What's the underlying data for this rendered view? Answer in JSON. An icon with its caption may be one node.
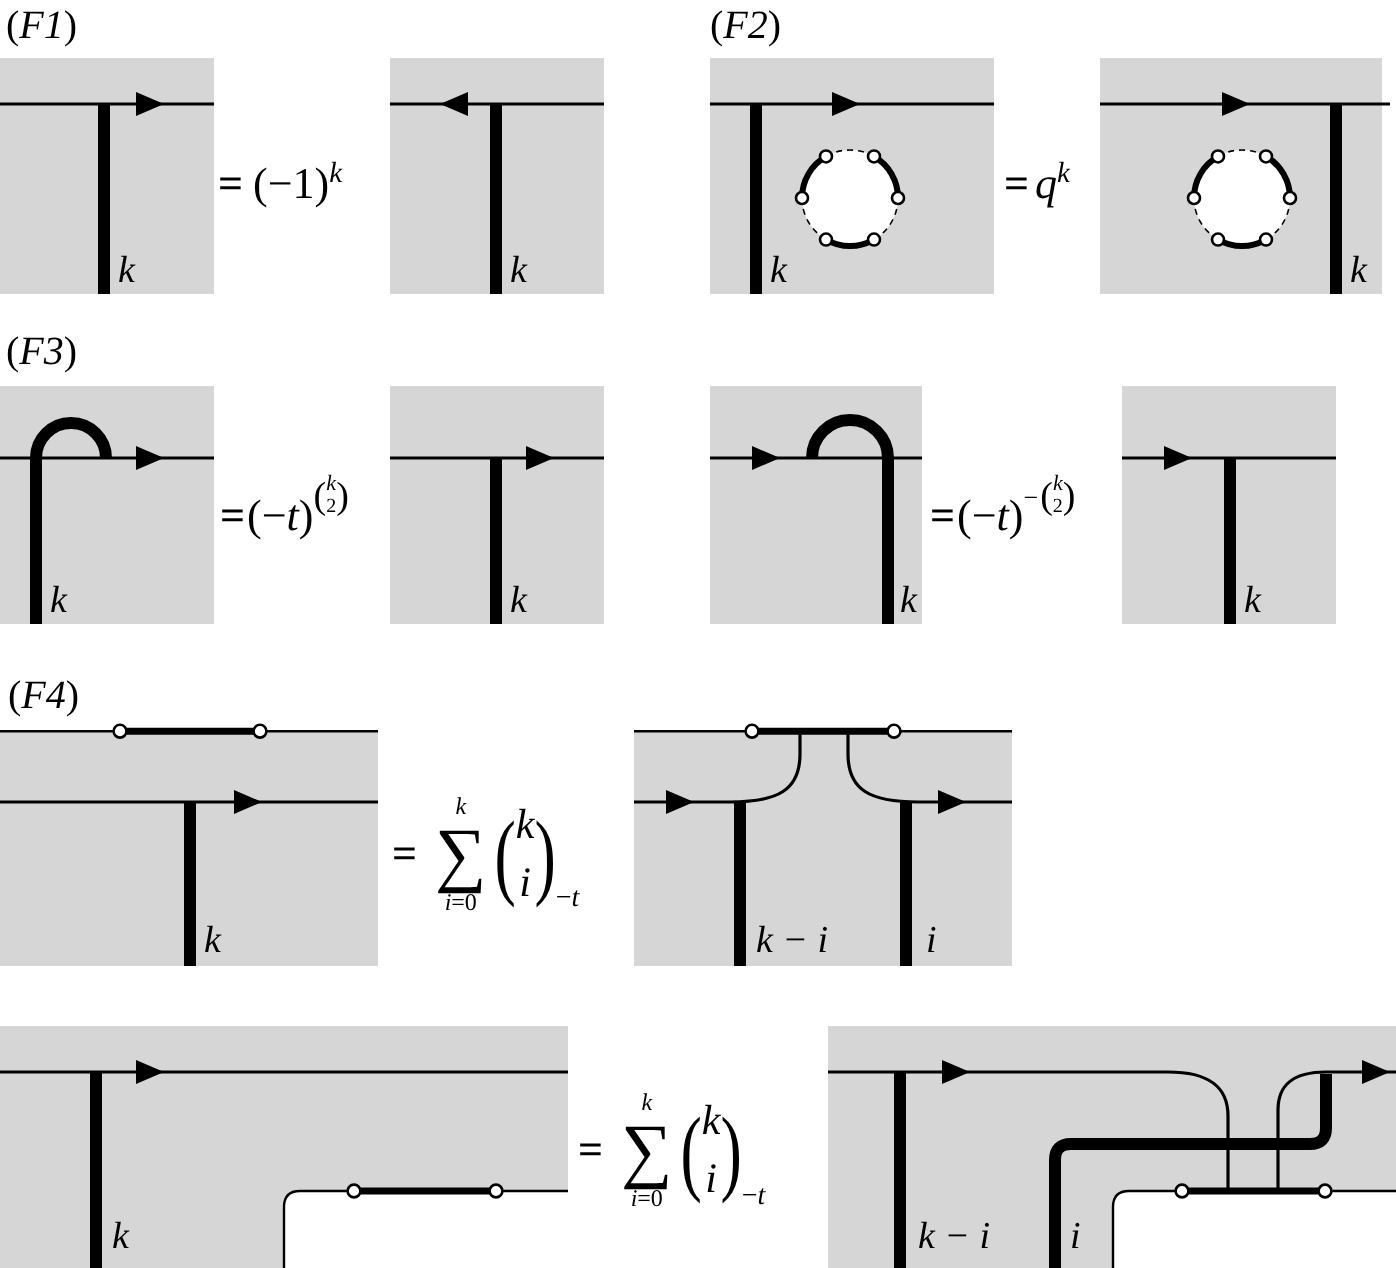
{
  "diagram": {
    "nodes": [
      {
        "text": [
          "k"
        ]
      },
      {
        "text": [
          "k"
        ]
      },
      {
        "text": [
          "k"
        ]
      },
      {
        "text": [
          "k"
        ]
      },
      {
        "text": [
          "k"
        ]
      },
      {
        "text": [
          "k"
        ]
      },
      {
        "text": [
          "k"
        ]
      },
      {
        "text": [
          "k"
        ]
      },
      {
        "text": [
          "k"
        ]
      },
      {
        "text": [
          "k − i",
          "i"
        ]
      },
      {
        "text": [
          "k"
        ]
      },
      {
        "text": [
          "k − i",
          "i"
        ]
      }
    ],
    "labels": [
      "(*F1*)",
      "=",
      "(−1)$^{k}$",
      "(*F2*)",
      "=",
      "*q*$^{k}$",
      "(*F3*)",
      "=",
      "(−*t*)",
      "(",
      "k",
      "2",
      ")",
      "=",
      "(−*t*)",
      "−",
      "(",
      "k",
      "2",
      ")",
      "(*F4*)",
      "=",
      "k",
      "∑",
      "*i*=0",
      "(",
      "k",
      "i",
      ")",
      "−*t*",
      "=",
      "k",
      "∑",
      "*i*=0",
      "(",
      "k",
      "i",
      ")",
      "−*t*"
    ]
  }
}
